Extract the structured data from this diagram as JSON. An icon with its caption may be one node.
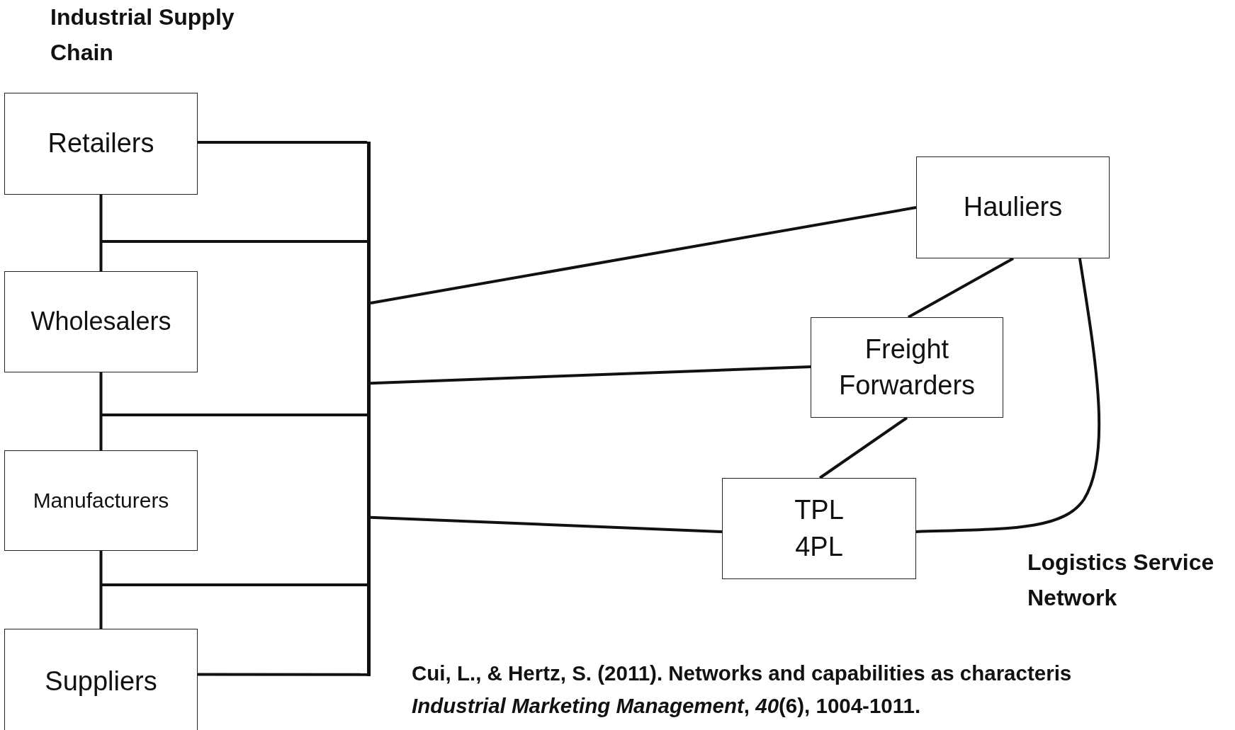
{
  "diagram": {
    "nodes": [
      {
        "text": [
          "Retailers"
        ]
      },
      {
        "text": [
          "Wholesalers"
        ]
      },
      {
        "text": [
          "Manufacturers"
        ]
      },
      {
        "text": [
          "Suppliers"
        ]
      },
      {
        "text": [],
        "shape": "bar"
      },
      {
        "text": [
          "Hauliers"
        ]
      },
      {
        "text": [
          "Freight Forwarders"
        ]
      },
      {
        "text": [
          "TPL 4PL"
        ]
      }
    ],
    "edges": [
      {
        "from": 0,
        "to": 1,
        "arrow": "none"
      },
      {
        "from": 1,
        "to": 2,
        "arrow": "none"
      },
      {
        "from": 2,
        "to": 3,
        "arrow": "none"
      },
      {
        "from": 0,
        "to": 4,
        "arrow": "none"
      },
      {
        "from": null,
        "to": 4,
        "arrow": "none"
      },
      {
        "from": null,
        "to": 4,
        "arrow": "none"
      },
      {
        "from": null,
        "to": 4,
        "arrow": "none"
      },
      {
        "from": 3,
        "to": 4,
        "arrow": "none"
      },
      {
        "from": 4,
        "to": 5,
        "arrow": "none"
      },
      {
        "from": 4,
        "to": 6,
        "arrow": "none"
      },
      {
        "from": 4,
        "to": 7,
        "arrow": "none"
      },
      {
        "from": 5,
        "to": 6,
        "arrow": "none"
      },
      {
        "from": 6,
        "to": 7,
        "arrow": "none"
      },
      {
        "from": 5,
        "to": 7,
        "arrow": "none"
      }
    ],
    "labels": [
      "Industrial Supply Chain",
      "Logistics Service Network",
      "Cui, L., & Hertz, S. (2011). Networks and capabilities as characteris *Industrial Marketing Management*, *40*(6), 1004-1011."
    ]
  }
}
